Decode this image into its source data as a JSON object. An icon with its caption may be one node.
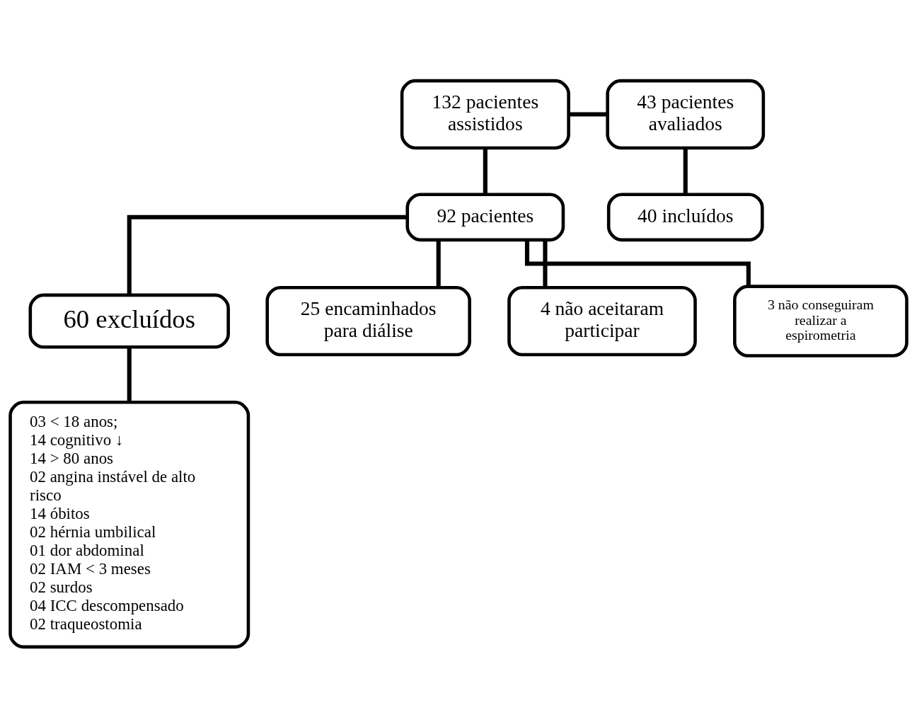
{
  "diagram": {
    "nodes": [
      {
        "text": [
          "132 pacientes assistidos"
        ]
      },
      {
        "text": [
          "43 pacientes avaliados"
        ]
      },
      {
        "text": [
          "92 pacientes"
        ]
      },
      {
        "text": [
          "40 incluídos"
        ]
      },
      {
        "text": [
          "60 excluídos"
        ]
      },
      {
        "text": [
          "25 encaminhados para diálise"
        ]
      },
      {
        "text": [
          "4 não aceitaram participar"
        ]
      },
      {
        "text": [
          "3 não conseguiram realizar a espirometria"
        ]
      },
      {
        "text": [
          "03 < 18 anos;",
          "14 cognitivo ↓",
          "14 > 80 anos",
          "02 angina instável de alto risco",
          "14 óbitos",
          "02 hérnia umbilical",
          "01 dor abdominal",
          "02 IAM < 3 meses",
          "02 surdos",
          "04 ICC descompensado",
          "02 traqueostomia"
        ]
      }
    ],
    "edges": [
      {
        "from": 0,
        "to": 1,
        "arrow": "none"
      },
      {
        "from": 0,
        "to": 2,
        "arrow": "none"
      },
      {
        "from": 1,
        "to": 3,
        "arrow": "none"
      },
      {
        "from": 2,
        "to": 4,
        "arrow": "none"
      },
      {
        "from": 2,
        "to": 5,
        "arrow": "none"
      },
      {
        "from": 2,
        "to": 6,
        "arrow": "none"
      },
      {
        "from": 2,
        "to": 7,
        "arrow": "none"
      },
      {
        "from": 4,
        "to": 8,
        "arrow": "none"
      }
    ]
  }
}
